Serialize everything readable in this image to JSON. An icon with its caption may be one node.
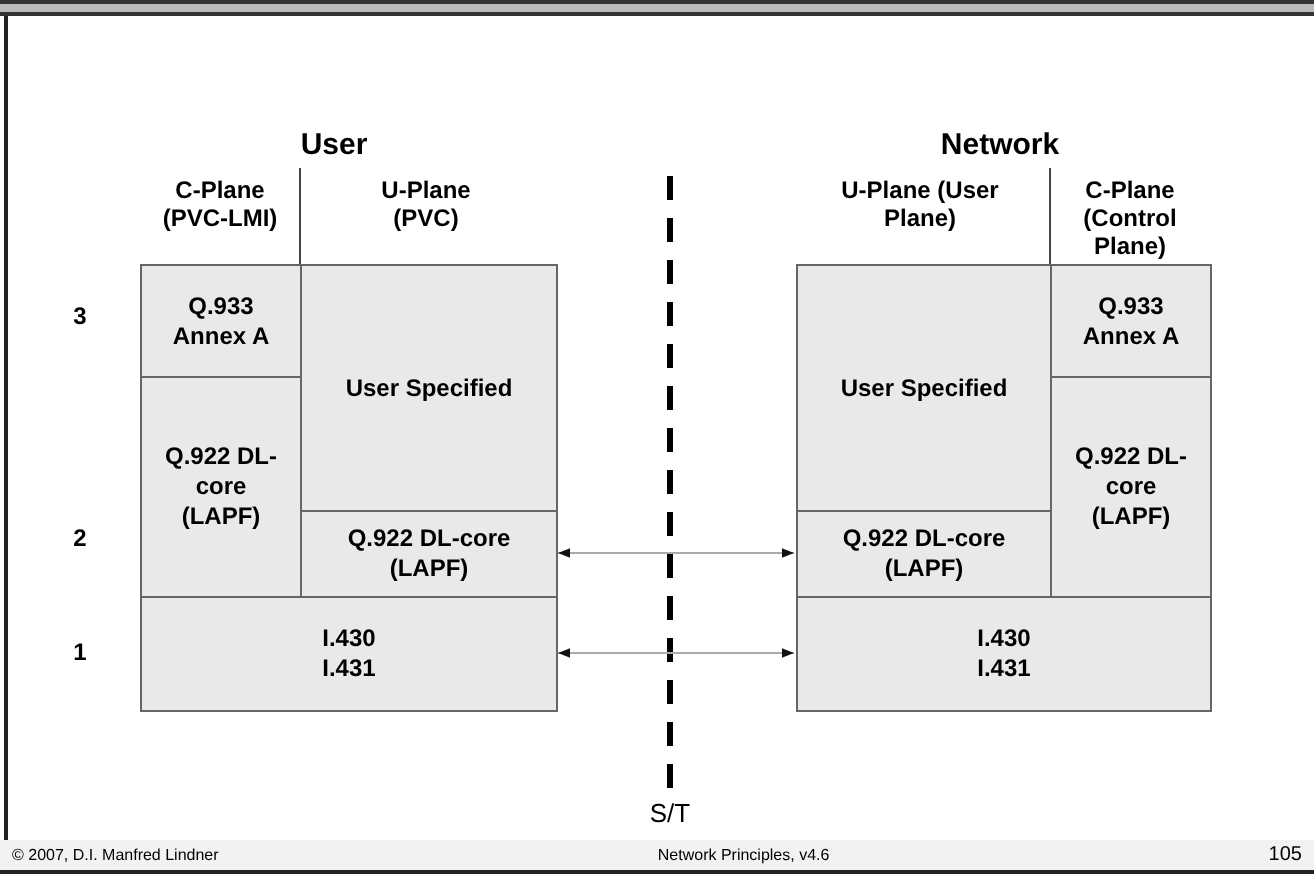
{
  "diagram": {
    "nodes": [
      {
        "text": [
          "Q.933 Annex A"
        ]
      },
      {
        "text": [
          "User Specified"
        ]
      },
      {
        "text": [
          "Q.922 DL-core (LAPF)"
        ]
      },
      {
        "text": [
          "Q.922 DL-core (LAPF)"
        ]
      },
      {
        "text": [
          "I.430",
          "I.431"
        ]
      },
      {
        "text": [
          "User Specified"
        ]
      },
      {
        "text": [
          "Q.933 Annex A"
        ]
      },
      {
        "text": [
          "Q.922 DL-core (LAPF)"
        ]
      },
      {
        "text": [
          "Q.922 DL-core (LAPF)"
        ]
      },
      {
        "text": [
          "I.430",
          "I.431"
        ]
      }
    ],
    "edges": [
      {
        "from": 3,
        "to": 7,
        "arrow": "both"
      },
      {
        "from": 4,
        "to": 9,
        "arrow": "both"
      }
    ],
    "labels": [
      "User",
      "Network",
      "C-Plane (PVC-LMI)",
      "U-Plane (PVC)",
      "U-Plane (User Plane)",
      "C-Plane (Control Plane)",
      "3",
      "2",
      "1",
      "S/T",
      "© 2007, D.I. Manfred Lindner",
      "Network Principles, v4.6",
      "105"
    ]
  }
}
